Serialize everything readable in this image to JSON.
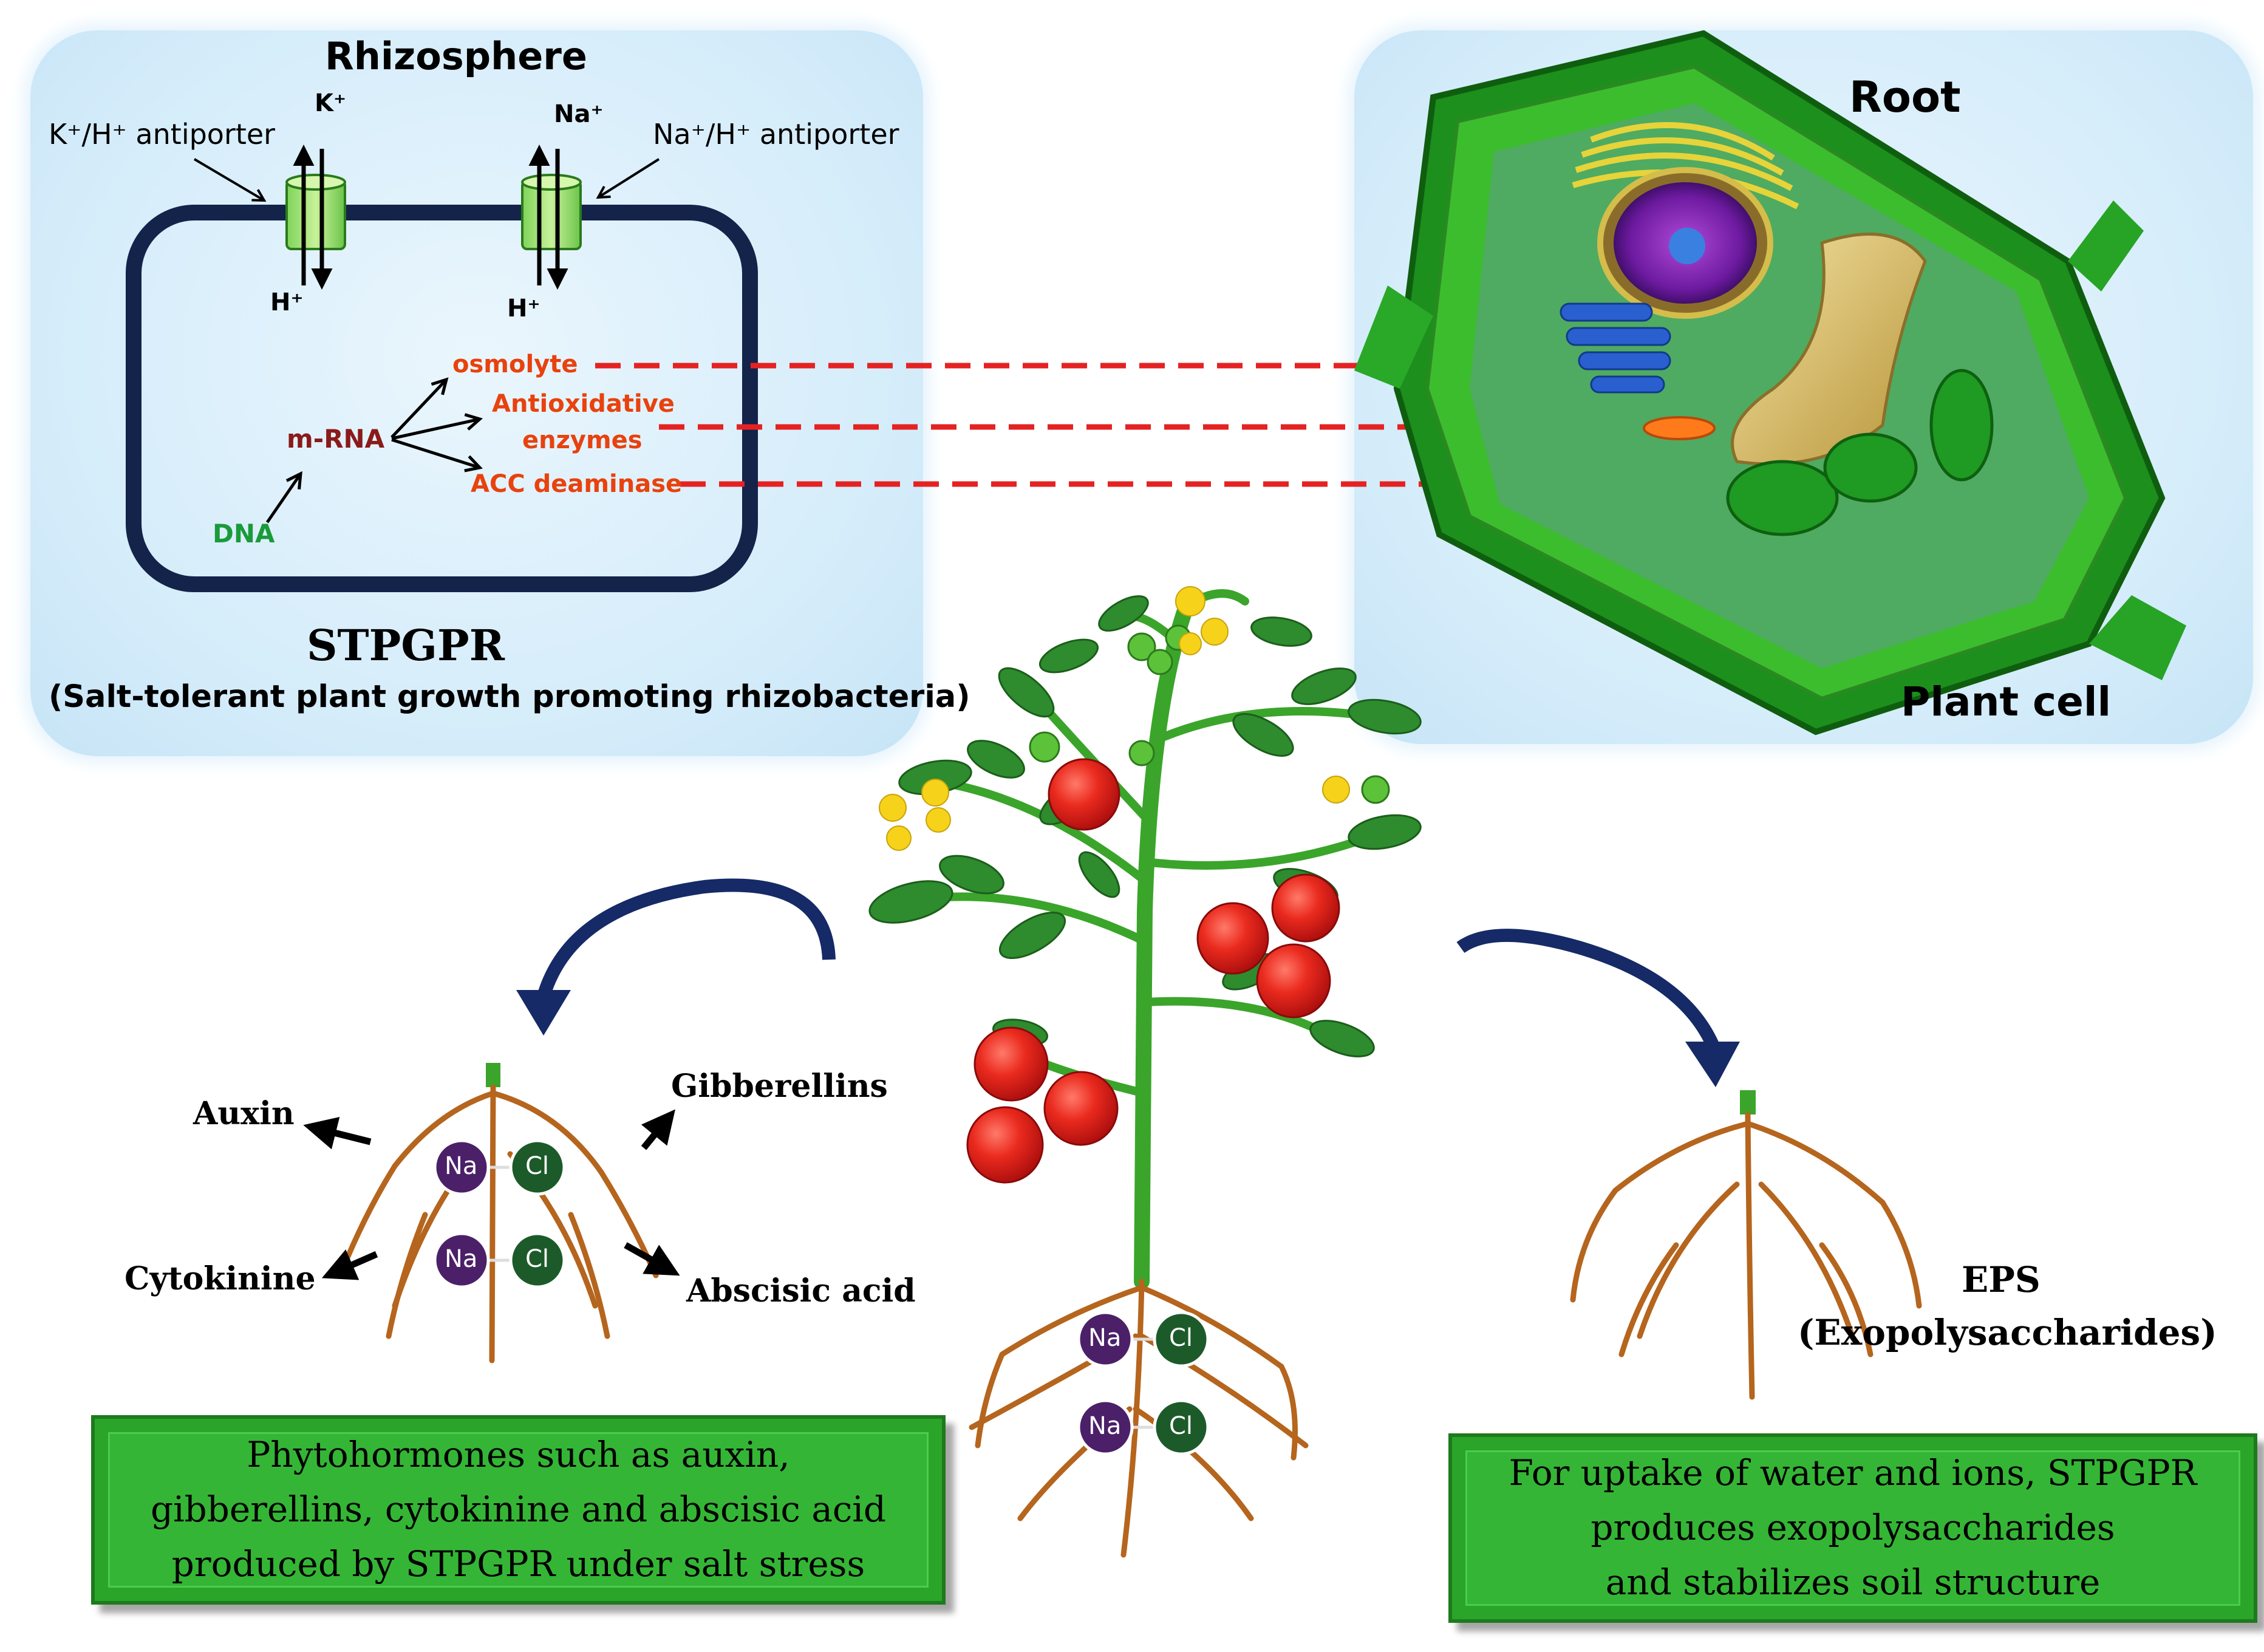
{
  "rhizosphere_panel": {
    "title": "Rhizosphere",
    "k_antiporter_label": "K⁺/H⁺ antiporter",
    "na_antiporter_label": "Na⁺/H⁺ antiporter",
    "k_ion": "K⁺",
    "na_ion": "Na⁺",
    "h_ion_left": "H⁺",
    "h_ion_right": "H⁺",
    "dna": "DNA",
    "mrna": "m-RNA",
    "osmolyte": "osmolyte",
    "antioxidative_line1": "Antioxidative",
    "antioxidative_line2": "enzymes",
    "acc_deaminase": "ACC deaminase",
    "bacteria_name": "STPGPR",
    "bacteria_fullname": "(Salt-tolerant plant growth promoting rhizobacteria)"
  },
  "plant_cell_panel": {
    "title_top": "Root",
    "title_bottom": "Plant cell"
  },
  "phytohormones": {
    "auxin": "Auxin",
    "gibberellins": "Gibberellins",
    "cytokinine": "Cytokinine",
    "abscisic_acid": "Abscisic acid"
  },
  "salt_ions": {
    "na": "Na",
    "cl": "Cl"
  },
  "eps": {
    "label": "EPS",
    "full": "(Exopolysaccharides)"
  },
  "left_box": {
    "line1": "Phytohormones such as auxin,",
    "line2": "gibberellins,  cytokinine  and abscisic acid",
    "line3": "produced by STPGPR under salt stress"
  },
  "right_box": {
    "line1": "For uptake of water and ions, STPGPR",
    "line2": "produces exopolysaccharides",
    "line3": "and stabilizes  soil structure"
  },
  "colors": {
    "panel_bg": "#d4ecfa",
    "cell_membrane": "#13234a",
    "orange_text": "#e8420e",
    "mrna_text": "#8b1a1a",
    "dna_text": "#1a9a3a",
    "dashed_arrow": "#e52222",
    "curved_arrow": "#152a66",
    "box_green": "#35b535",
    "na_ion": "#4b2069",
    "cl_ion": "#1c5a2a",
    "root_brown": "#b5651d",
    "tomato_red": "#e02020",
    "leaf_green": "#2e8b2e"
  }
}
